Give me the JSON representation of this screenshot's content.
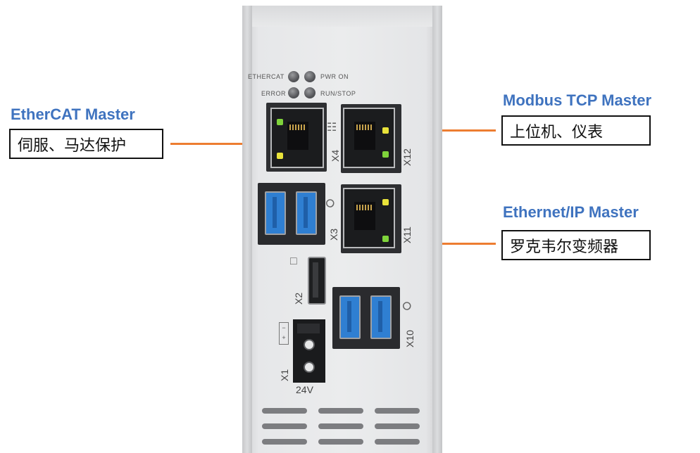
{
  "callouts": {
    "ethercat": {
      "title": "EtherCAT Master",
      "box": "伺服、马达保护"
    },
    "modbus": {
      "title": "Modbus TCP Master",
      "box": "上位机、仪表"
    },
    "ethernetip": {
      "title": "Ethernet/IP Master",
      "box": "罗克韦尔变频器"
    }
  },
  "device": {
    "leds": {
      "ethercat": "ETHERCAT",
      "error": "ERROR",
      "pwr_on": "PWR ON",
      "run_stop": "RUN/STOP"
    },
    "ports": {
      "x4": "X4",
      "x12": "X12",
      "x3": "X3",
      "x11": "X11",
      "x2": "X2",
      "x10": "X10",
      "x1": "X1",
      "voltage": "24V"
    },
    "icons": [
      "network-icon",
      "usb-icon",
      "display-icon",
      "power-terminal-icon"
    ]
  },
  "colors": {
    "title_blue": "#3f73bf",
    "leader_orange": "#ed7d31",
    "usb_blue": "#2f7fd2",
    "led_green": "#7fd33b",
    "led_yellow": "#e8e23a"
  }
}
